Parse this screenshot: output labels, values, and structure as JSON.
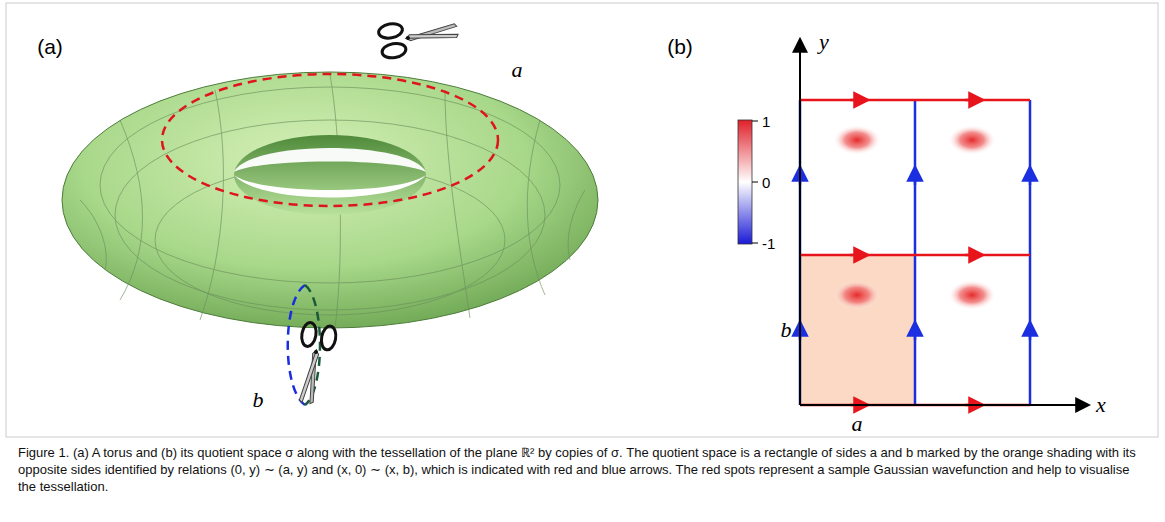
{
  "diagram": {
    "caption": "Figure 1. (a) A torus and (b) its quotient space σ along with the tessellation of the plane ℝ² by copies of σ. The quotient space is a rectangle of sides a and b marked by the orange shading with its opposite sides identified by relations (0, y) ∼ (a, y) and (x, 0) ∼ (x, b), which is indicated with red and blue arrows. The red spots represent a sample Gaussian wavefunction and help to visualise the tessellation.",
    "labels": [
      "(a)",
      "a",
      "b",
      "(b)",
      "1",
      "0",
      "-1",
      "y",
      "b",
      "a",
      "x"
    ]
  }
}
